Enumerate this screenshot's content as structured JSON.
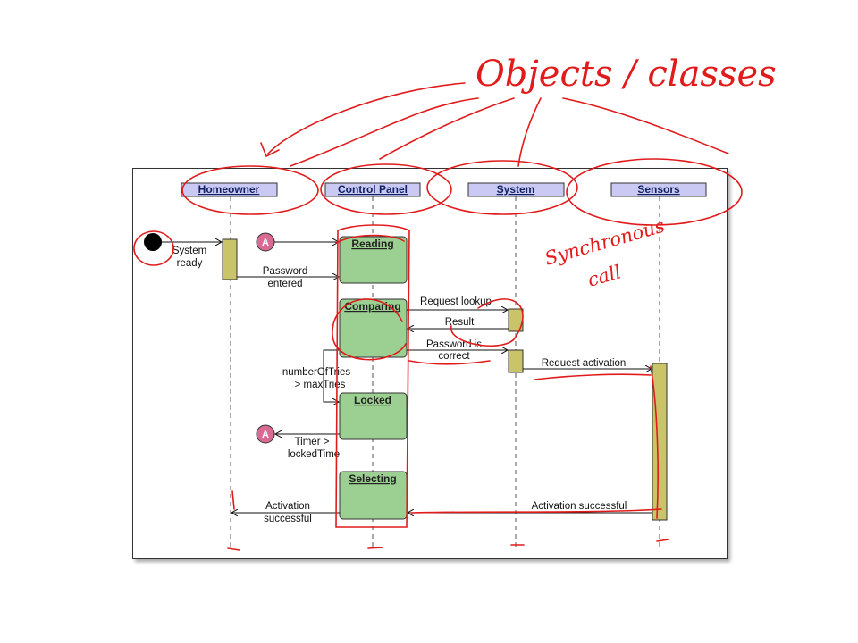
{
  "lifelines": [
    {
      "name": "Homeowner"
    },
    {
      "name": "Control Panel"
    },
    {
      "name": "System"
    },
    {
      "name": "Sensors"
    }
  ],
  "states": [
    "Reading",
    "Comparing",
    "Locked",
    "Selecting"
  ],
  "connector_label": "A",
  "messages": {
    "system_ready": [
      "System",
      "ready"
    ],
    "password_entered": [
      "Password",
      "entered"
    ],
    "request_lookup": "Request lookup",
    "result": "Result",
    "password_correct": [
      "Password is",
      "correct"
    ],
    "request_activation": "Request activation",
    "guard_tries": [
      "numberOfTries",
      "> maxTries"
    ],
    "timer": [
      "Timer >",
      "lockedTime"
    ],
    "activation_successful_sensors": "Activation successful",
    "activation_successful_home": [
      "Activation",
      "successful"
    ]
  },
  "annotations": {
    "objects_classes": "Objects / classes",
    "synchronous_call": [
      "Synchronous",
      "call"
    ]
  },
  "colors": {
    "header_fill": "#c9c9f4",
    "state_fill": "#9ccf92",
    "activation_fill": "#c9c46a",
    "ink": "#e11b1b"
  }
}
